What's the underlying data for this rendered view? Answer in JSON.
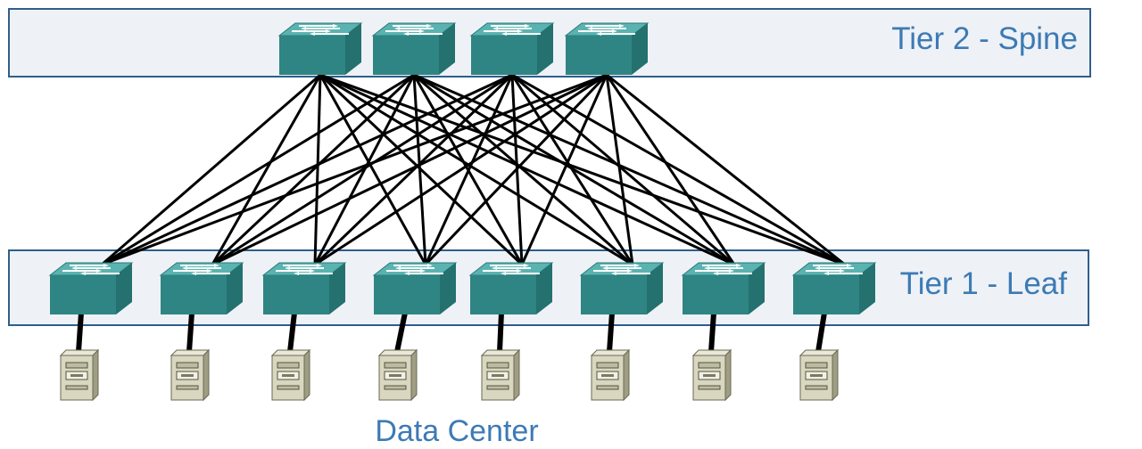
{
  "tiers": {
    "spine": {
      "label": "Tier 2 - Spine",
      "switch_count": 4
    },
    "leaf": {
      "label": "Tier 1 - Leaf",
      "switch_count": 8
    }
  },
  "servers": {
    "count": 8
  },
  "caption": "Data Center",
  "topology": "full-mesh",
  "colors": {
    "switch_top": "#4fa8a5",
    "switch_front": "#2f8583",
    "switch_side": "#24716f",
    "tier_fill": "#eef2f6",
    "tier_border": "#2e5f8c",
    "label_text": "#3d7ab5",
    "server_body": "#d9d7c0"
  },
  "icons": {
    "switch": "network-switch-icon",
    "server": "server-tower-icon"
  }
}
